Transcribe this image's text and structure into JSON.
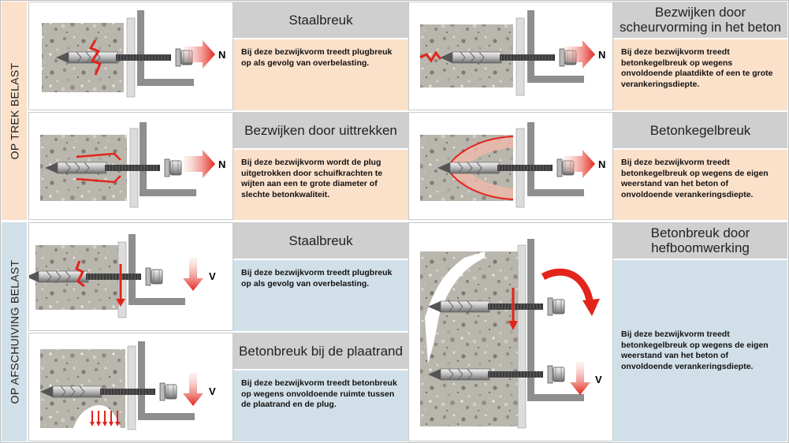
{
  "side_labels": {
    "tension": "OP TREK BELAST",
    "shear": "OP AFSCHUIVING BELAST"
  },
  "force_labels": {
    "tension": "N",
    "shear": "V"
  },
  "cells": [
    {
      "title": "Staalbreuk",
      "text": "Bij deze bezwijkvorm treedt plugbreuk op als gevolg van overbelasting."
    },
    {
      "title": "Bezwijken door scheurvorming in het beton",
      "text": "Bij deze bezwijkvorm treedt betonkegelbreuk op wegens onvoldoende plaatdikte of een te grote verankeringsdiepte."
    },
    {
      "title": "Bezwijken door uittrekken",
      "text": "Bij deze bezwijkvorm wordt de plug uitgetrokken door schuifkrachten te wijten aan een te grote diameter of slechte betonkwaliteit."
    },
    {
      "title": "Betonkegelbreuk",
      "text": "Bij deze bezwijkvorm treedt betonkegelbreuk op wegens de eigen weerstand van het beton of onvoldoende verankeringsdiepte."
    },
    {
      "title": "Staalbreuk",
      "text": "Bij deze bezwijkvorm treedt plugbreuk op als gevolg van overbelasting."
    },
    {
      "title": "Betonbreuk door hefboomwerking",
      "text": "Bij deze bezwijkvorm treedt betonkegelbreuk op wegens de eigen weerstand van het beton of onvoldoende verankeringsdiepte."
    },
    {
      "title": "Betonbreuk bij de plaatrand",
      "text": "Bij deze bezwijkvorm treedt betonbreuk op wegens onvoldoende ruimte tussen de plaatrand en de plug."
    }
  ],
  "colors": {
    "peach": "#fbe0ca",
    "blue": "#d1e0e8",
    "header_grey": "#cfcfcf",
    "arrow_red": "#e2241b"
  }
}
